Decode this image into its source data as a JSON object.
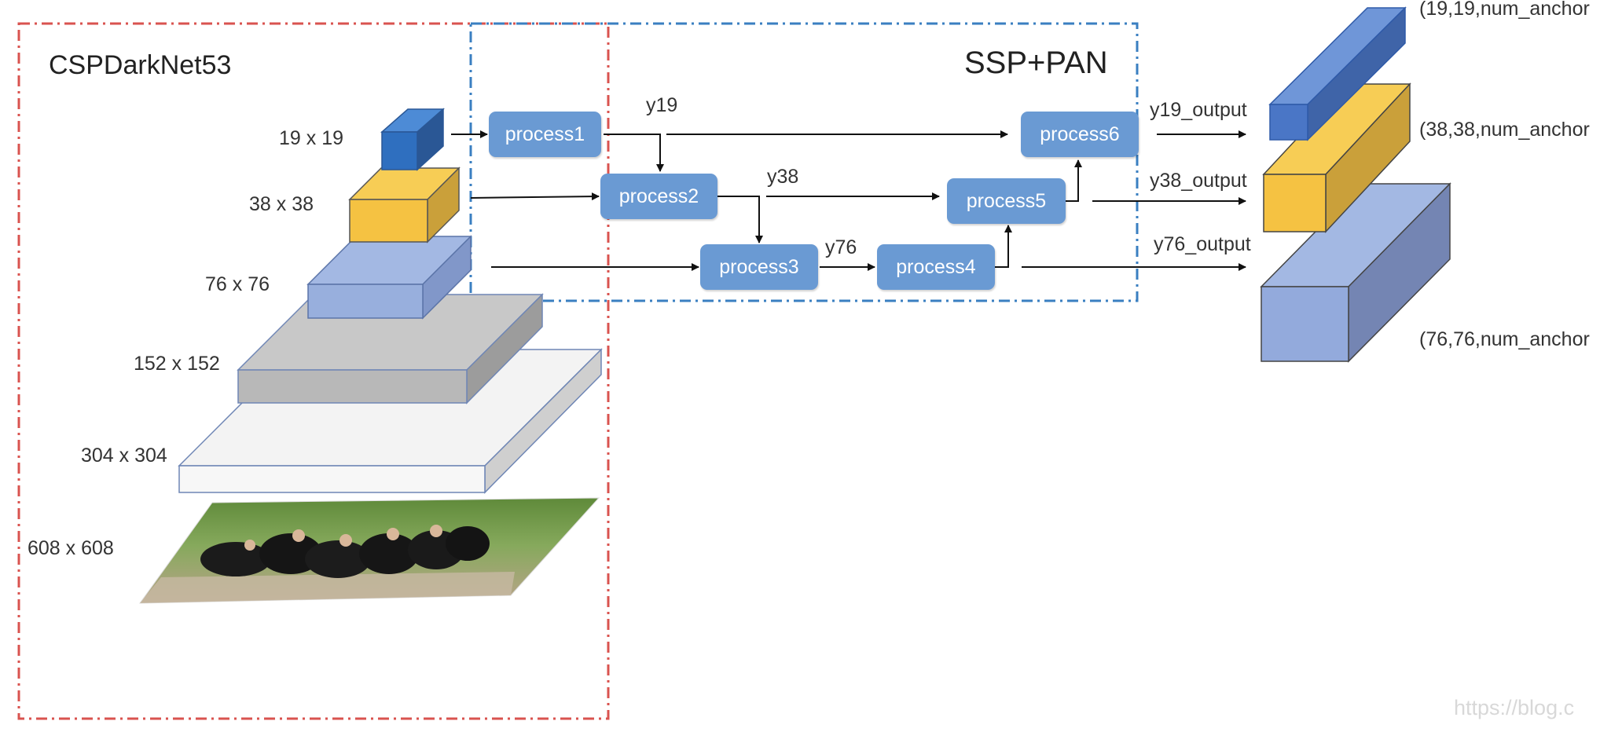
{
  "regions": {
    "backbone_title": "CSPDarkNet53",
    "neck_title": "SSP+PAN"
  },
  "scales": [
    "19 x 19",
    "38 x 38",
    "76 x 76",
    "152 x 152",
    "304 x 304",
    "608 x 608"
  ],
  "processes": [
    "process1",
    "process2",
    "process3",
    "process4",
    "process5",
    "process6"
  ],
  "edge_labels": {
    "y19": "y19",
    "y38": "y38",
    "y76": "y76"
  },
  "outputs": [
    "y19_output",
    "y38_output",
    "y76_output"
  ],
  "output_shapes": [
    "(19,19,num_anchor",
    "(38,38,num_anchor",
    "(76,76,num_anchor"
  ],
  "watermark": "https://blog.c",
  "colors": {
    "backbone_border": "#d9534f",
    "neck_border": "#3a7fc1",
    "process_fill": "#6a9ad3",
    "cube_blue": "#2f6fbf",
    "cube_yellow": "#f5c242",
    "cube_lightblue": "#a3b8e3",
    "cube_gray": "#c8c8c8",
    "cube_white": "#f3f3f3"
  },
  "icons": [
    "input-photo-icon"
  ]
}
